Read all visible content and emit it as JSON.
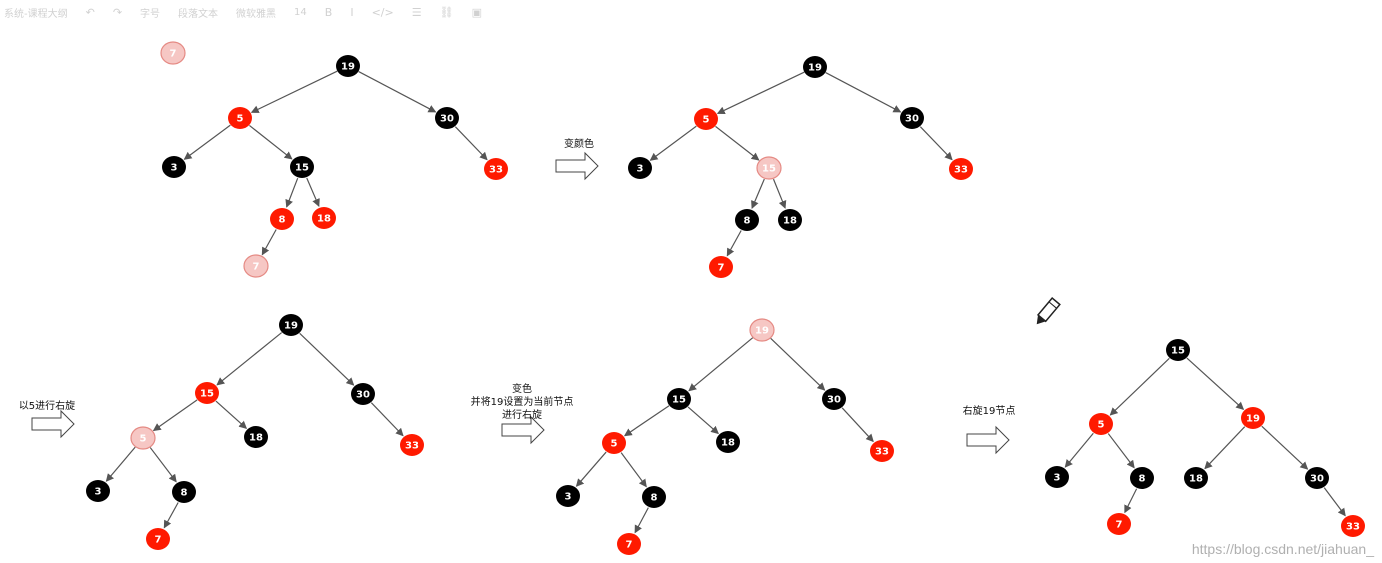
{
  "toolbar": {
    "title": "系统-课程大纲",
    "items": [
      "字号",
      "段落文本",
      "微软雅黑",
      "14"
    ]
  },
  "colors": {
    "black": "#000000",
    "red": "#ff1a00",
    "current": "#f6c7c4",
    "edge": "#555555"
  },
  "steps": [
    {
      "label": "变颜色"
    },
    {
      "label": "以5进行右旋"
    },
    {
      "label_lines": [
        "变色",
        "并将19设置为当前节点",
        "进行右旋"
      ]
    },
    {
      "label": "右旋19节点"
    }
  ],
  "trees": [
    {
      "nodes": [
        {
          "id": "a7",
          "value": "7",
          "color": "current"
        },
        {
          "id": "n19",
          "value": "19",
          "color": "black"
        },
        {
          "id": "n5",
          "value": "5",
          "color": "red"
        },
        {
          "id": "n30",
          "value": "30",
          "color": "black"
        },
        {
          "id": "n3",
          "value": "3",
          "color": "black"
        },
        {
          "id": "n15",
          "value": "15",
          "color": "black"
        },
        {
          "id": "n33",
          "value": "33",
          "color": "red"
        },
        {
          "id": "n8",
          "value": "8",
          "color": "red"
        },
        {
          "id": "n18",
          "value": "18",
          "color": "red"
        },
        {
          "id": "n7",
          "value": "7",
          "color": "current"
        }
      ],
      "edges": [
        [
          "n19",
          "n5"
        ],
        [
          "n19",
          "n30"
        ],
        [
          "n5",
          "n3"
        ],
        [
          "n5",
          "n15"
        ],
        [
          "n30",
          "n33"
        ],
        [
          "n15",
          "n8"
        ],
        [
          "n15",
          "n18"
        ],
        [
          "n8",
          "n7"
        ]
      ]
    },
    {
      "nodes": [
        {
          "id": "n19",
          "value": "19",
          "color": "black"
        },
        {
          "id": "n5",
          "value": "5",
          "color": "red"
        },
        {
          "id": "n30",
          "value": "30",
          "color": "black"
        },
        {
          "id": "n3",
          "value": "3",
          "color": "black"
        },
        {
          "id": "n15",
          "value": "15",
          "color": "current"
        },
        {
          "id": "n33",
          "value": "33",
          "color": "red"
        },
        {
          "id": "n8",
          "value": "8",
          "color": "black"
        },
        {
          "id": "n18",
          "value": "18",
          "color": "black"
        },
        {
          "id": "n7",
          "value": "7",
          "color": "red"
        }
      ],
      "edges": [
        [
          "n19",
          "n5"
        ],
        [
          "n19",
          "n30"
        ],
        [
          "n5",
          "n3"
        ],
        [
          "n5",
          "n15"
        ],
        [
          "n30",
          "n33"
        ],
        [
          "n15",
          "n8"
        ],
        [
          "n15",
          "n18"
        ],
        [
          "n8",
          "n7"
        ]
      ]
    },
    {
      "nodes": [
        {
          "id": "n19",
          "value": "19",
          "color": "black"
        },
        {
          "id": "n15",
          "value": "15",
          "color": "red"
        },
        {
          "id": "n30",
          "value": "30",
          "color": "black"
        },
        {
          "id": "n5",
          "value": "5",
          "color": "current"
        },
        {
          "id": "n18",
          "value": "18",
          "color": "black"
        },
        {
          "id": "n33",
          "value": "33",
          "color": "red"
        },
        {
          "id": "n3",
          "value": "3",
          "color": "black"
        },
        {
          "id": "n8",
          "value": "8",
          "color": "black"
        },
        {
          "id": "n7",
          "value": "7",
          "color": "red"
        }
      ],
      "edges": [
        [
          "n19",
          "n15"
        ],
        [
          "n19",
          "n30"
        ],
        [
          "n15",
          "n5"
        ],
        [
          "n15",
          "n18"
        ],
        [
          "n30",
          "n33"
        ],
        [
          "n5",
          "n3"
        ],
        [
          "n5",
          "n8"
        ],
        [
          "n8",
          "n7"
        ]
      ]
    },
    {
      "nodes": [
        {
          "id": "n19",
          "value": "19",
          "color": "current"
        },
        {
          "id": "n15",
          "value": "15",
          "color": "black"
        },
        {
          "id": "n30",
          "value": "30",
          "color": "black"
        },
        {
          "id": "n5",
          "value": "5",
          "color": "red"
        },
        {
          "id": "n18",
          "value": "18",
          "color": "black"
        },
        {
          "id": "n33",
          "value": "33",
          "color": "red"
        },
        {
          "id": "n3",
          "value": "3",
          "color": "black"
        },
        {
          "id": "n8",
          "value": "8",
          "color": "black"
        },
        {
          "id": "n7",
          "value": "7",
          "color": "red"
        }
      ],
      "edges": [
        [
          "n19",
          "n15"
        ],
        [
          "n19",
          "n30"
        ],
        [
          "n15",
          "n5"
        ],
        [
          "n15",
          "n18"
        ],
        [
          "n30",
          "n33"
        ],
        [
          "n5",
          "n3"
        ],
        [
          "n5",
          "n8"
        ],
        [
          "n8",
          "n7"
        ]
      ]
    },
    {
      "nodes": [
        {
          "id": "n15",
          "value": "15",
          "color": "black"
        },
        {
          "id": "n5",
          "value": "5",
          "color": "red"
        },
        {
          "id": "n19",
          "value": "19",
          "color": "red"
        },
        {
          "id": "n3",
          "value": "3",
          "color": "black"
        },
        {
          "id": "n8",
          "value": "8",
          "color": "black"
        },
        {
          "id": "n18",
          "value": "18",
          "color": "black"
        },
        {
          "id": "n30",
          "value": "30",
          "color": "black"
        },
        {
          "id": "n7",
          "value": "7",
          "color": "red"
        },
        {
          "id": "n33",
          "value": "33",
          "color": "red"
        }
      ],
      "edges": [
        [
          "n15",
          "n5"
        ],
        [
          "n15",
          "n19"
        ],
        [
          "n5",
          "n3"
        ],
        [
          "n5",
          "n8"
        ],
        [
          "n19",
          "n18"
        ],
        [
          "n19",
          "n30"
        ],
        [
          "n8",
          "n7"
        ],
        [
          "n30",
          "n33"
        ]
      ]
    }
  ],
  "watermark": "https://blog.csdn.net/jiahuan_"
}
